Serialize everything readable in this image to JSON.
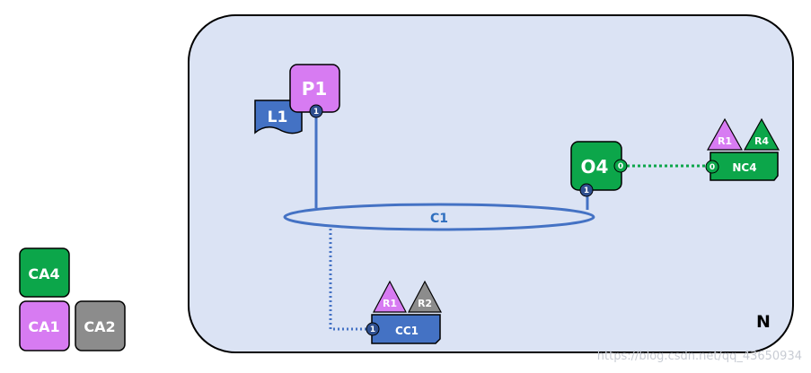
{
  "colors": {
    "network_bg": "#dbe3f4",
    "purple": "#d77bf2",
    "blue": "#4472c4",
    "green": "#0ca64a",
    "gray": "#8c8c8c",
    "dark_blue": "#2f4f8f"
  },
  "network": {
    "label": "N"
  },
  "channel": {
    "label": "C1"
  },
  "nodes": {
    "p1": {
      "label": "P1",
      "port": "1"
    },
    "l1": {
      "label": "L1"
    },
    "o4": {
      "label": "O4",
      "port_bottom": "1",
      "port_right": "0"
    },
    "nc4": {
      "label": "NC4",
      "port": "0",
      "roles": [
        "R1",
        "R4"
      ]
    },
    "cc1": {
      "label": "CC1",
      "port": "1",
      "roles": [
        "R1",
        "R2"
      ]
    }
  },
  "legend": {
    "ca4": "CA4",
    "ca1": "CA1",
    "ca2": "CA2"
  },
  "watermark": "https://blog.csdn.net/qq_43650934"
}
